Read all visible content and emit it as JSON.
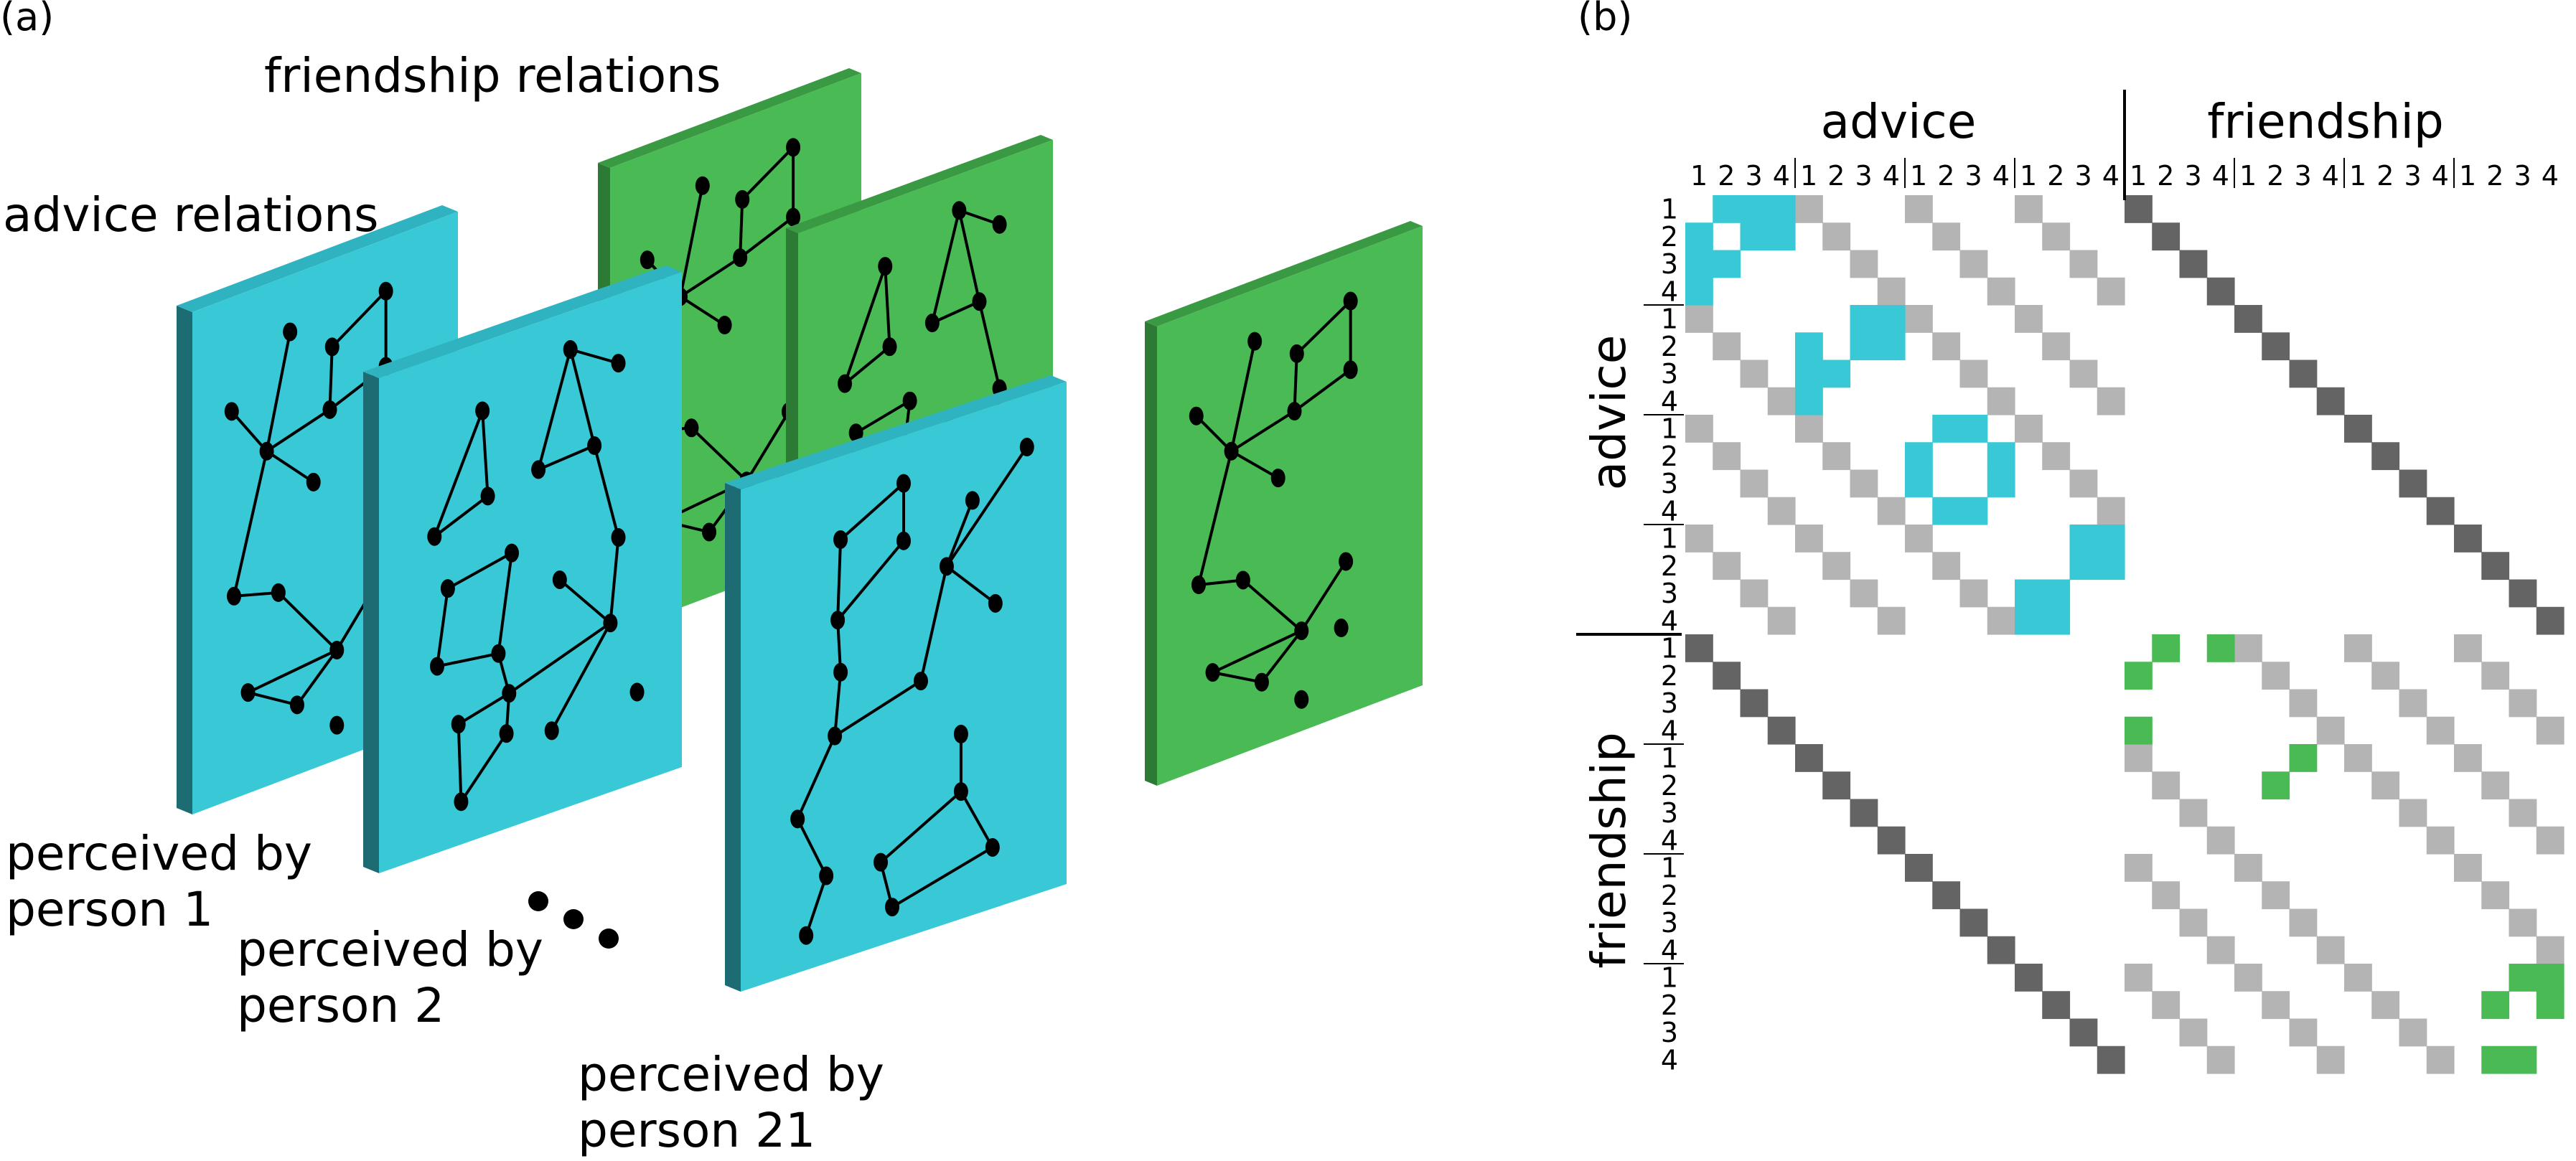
{
  "panel_a": {
    "label": "(a)",
    "friendship_title": "friendship relations",
    "advice_title": "advice relations",
    "person1_line1": "perceived by",
    "person1_line2": "person 1",
    "person2_line1": "perceived by",
    "person2_line2": "person 2",
    "person21_line1": "perceived by",
    "person21_line2": "person 21"
  },
  "panel_b": {
    "label": "(b)",
    "col_advice": "advice",
    "col_friendship": "friendship",
    "row_advice": "advice",
    "row_friendship": "friendship",
    "tick_labels": [
      "1",
      "2",
      "3",
      "4"
    ]
  },
  "colors": {
    "advice": "#39c9d6",
    "advice_side": "#1d6b73",
    "advice_top": "#2fb3c0",
    "friendship": "#4aba55",
    "friendship_side": "#2c7a33",
    "friendship_top": "#3a9a43",
    "diagonal_dark": "#646464",
    "diagonal_light": "#b4b4b4",
    "ink": "#000000"
  }
}
